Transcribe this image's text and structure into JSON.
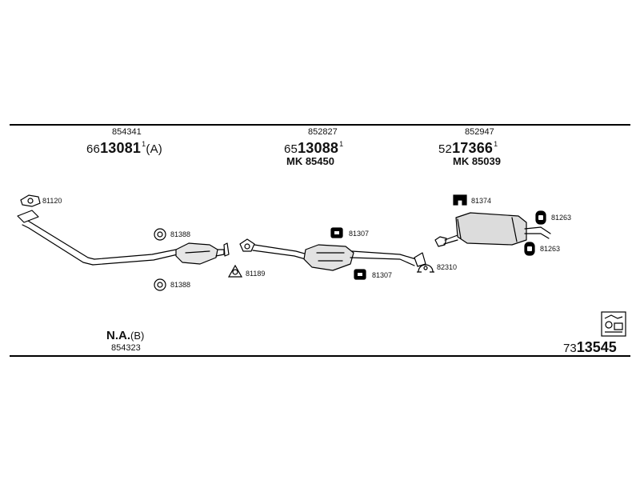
{
  "groups": [
    {
      "ref": "854341",
      "catalog_prefix": "66",
      "catalog_main": "13081",
      "catalog_sup": "1",
      "catalog_suffix": "(A)"
    },
    {
      "ref": "852827",
      "catalog_prefix": "65",
      "catalog_main": "13088",
      "catalog_sup": "1",
      "mk": "MK  85450"
    },
    {
      "ref": "852947",
      "catalog_prefix": "52",
      "catalog_main": "17366",
      "catalog_sup": "1",
      "mk": "MK  85039"
    }
  ],
  "parts": {
    "p81120": "81120",
    "p81388a": "81388",
    "p81388b": "81388",
    "p81189": "81189",
    "p81307a": "81307",
    "p81307b": "81307",
    "p82310": "82310",
    "p81374": "81374",
    "p81263a": "81263",
    "p81263b": "81263"
  },
  "footer": {
    "na_label": "N.A.",
    "na_suffix": "(B)",
    "na_ref": "854323",
    "diagram_prefix": "73",
    "diagram_main": "13545"
  }
}
